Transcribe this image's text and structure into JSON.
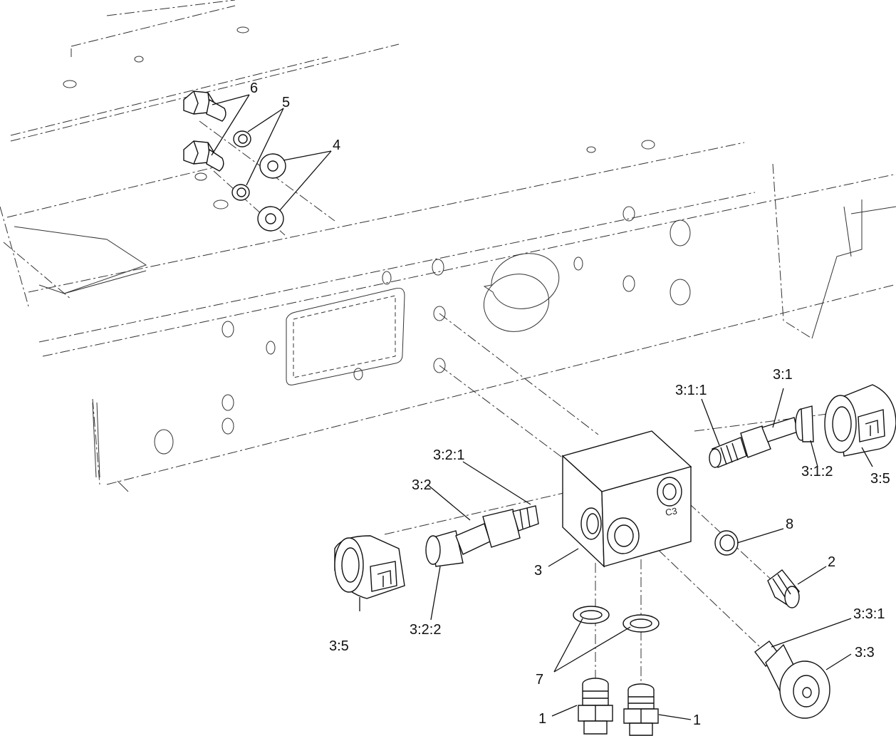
{
  "callouts": {
    "l6": "6",
    "l5": "5",
    "l4": "4",
    "l311": "3:1:1",
    "l31": "3:1",
    "l35r": "3:5",
    "l312": "3:1:2",
    "l321": "3:2:1",
    "l32": "3:2",
    "l8": "8",
    "l3": "3",
    "l2": "2",
    "l35l": "3:5",
    "l322": "3:2:2",
    "l331": "3:3:1",
    "l33": "3:3",
    "l7": "7",
    "l1a": "1",
    "l1b": "1"
  },
  "port_marking": "C3"
}
